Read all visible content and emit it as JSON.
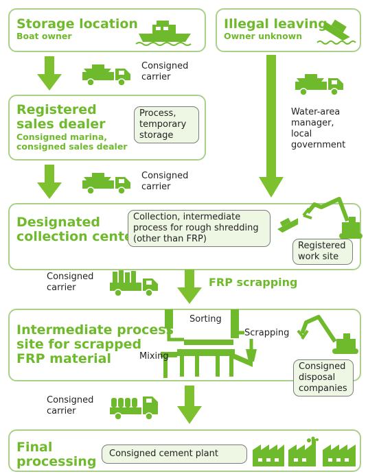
{
  "boxes": {
    "storage": {
      "title": "Storage location",
      "sub": "Boat owner"
    },
    "illegal": {
      "title": "Illegal leaving",
      "sub": "Owner unknown"
    },
    "dealer": {
      "title_l1": "Registered",
      "title_l2": "sales dealer",
      "sub_l1": "Consigned marina,",
      "sub_l2": "consigned sales dealer",
      "tag_l1": "Process,",
      "tag_l2": "temporary",
      "tag_l3": "storage"
    },
    "collection": {
      "title_l1": "Designated",
      "title_l2": "collection center",
      "tag_l1": "Collection, intermediate",
      "tag_l2": "process for rough shredding",
      "tag_l3": "(other than FRP)",
      "work_l1": "Registered",
      "work_l2": "work site"
    },
    "intermediate": {
      "title_l1": "Intermediate process",
      "title_l2": "site for scrapped",
      "title_l3": "FRP material",
      "sorting": "Sorting",
      "scrapping": "Scrapping",
      "mixing": "Mixing",
      "disp_l1": "Consigned",
      "disp_l2": "disposal",
      "disp_l3": "companies"
    },
    "final": {
      "title_l1": "Final",
      "title_l2": "processing",
      "tag": "Consigned cement plant"
    }
  },
  "carriers": {
    "c1_l1": "Consigned",
    "c1_l2": "carrier",
    "c2_l1": "Consigned",
    "c2_l2": "carrier",
    "c3_l1": "Consigned",
    "c3_l2": "carrier",
    "c4_l1": "Consigned",
    "c4_l2": "carrier",
    "water_l1": "Water-area",
    "water_l2": "manager,",
    "water_l3": "local",
    "water_l4": "government"
  },
  "frp_scrapping": "FRP scrapping",
  "colors": {
    "green": "#6fba2c",
    "border": "#a9cf89",
    "tag_bg": "#eef6e4"
  },
  "icons": [
    "boat-icon",
    "sinking-boat-icon",
    "truck-boat-icon",
    "excavator-icon",
    "truck-crates-icon",
    "crusher-machine-icon",
    "truck-cylinders-icon",
    "factory-icon"
  ]
}
